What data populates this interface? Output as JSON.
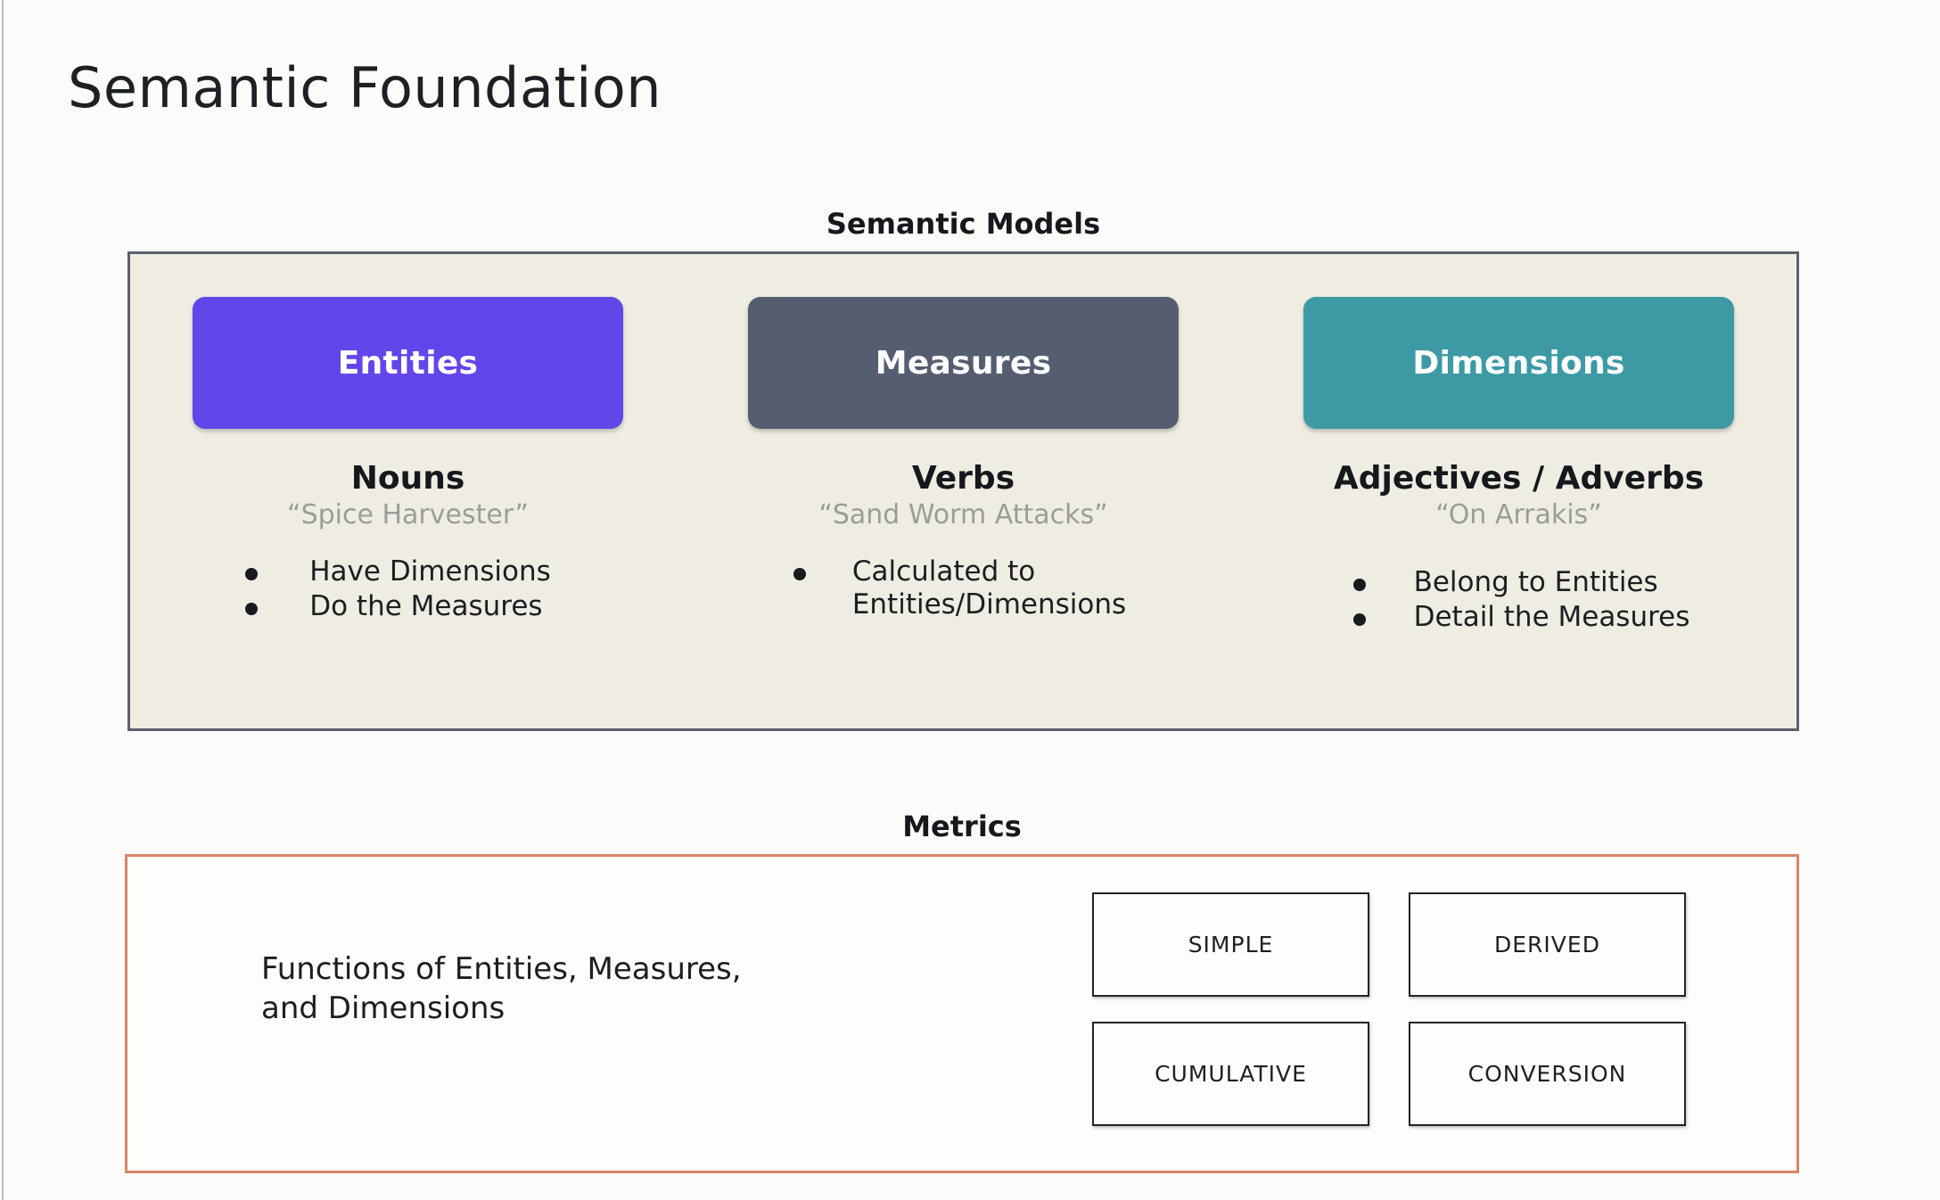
{
  "page": {
    "title": "Semantic Foundation",
    "background_color": "#FBFCF9"
  },
  "semantic_models": {
    "heading": "Semantic Models",
    "panel_background": "#EFEDE2",
    "panel_border_color": "#5A6070",
    "columns": [
      {
        "chip_label": "Entities",
        "chip_color": "#6246EA",
        "part_of_speech": "Nouns",
        "example": "“Spice Harvester”",
        "bullets": [
          "Have Dimensions",
          "Do the Measures"
        ]
      },
      {
        "chip_label": "Measures",
        "chip_color": "#555D70",
        "part_of_speech": "Verbs",
        "example": "“Sand Worm Attacks”",
        "bullets": [
          "Calculated to\nEntities/Dimensions"
        ]
      },
      {
        "chip_label": "Dimensions",
        "chip_color": "#3D9AA4",
        "part_of_speech": "Adjectives / Adverbs",
        "example": "“On Arrakis”",
        "bullets": [
          "Belong to Entities",
          "Detail the Measures"
        ]
      }
    ]
  },
  "metrics": {
    "heading": "Metrics",
    "panel_border_color": "#D9856A",
    "description": "Functions of Entities, Measures, and Dimensions",
    "description_line_1": "Functions of Entities, Measures,",
    "description_line_2": "and Dimensions",
    "types": [
      "SIMPLE",
      "DERIVED",
      "CUMULATIVE",
      "CONVERSION"
    ]
  }
}
